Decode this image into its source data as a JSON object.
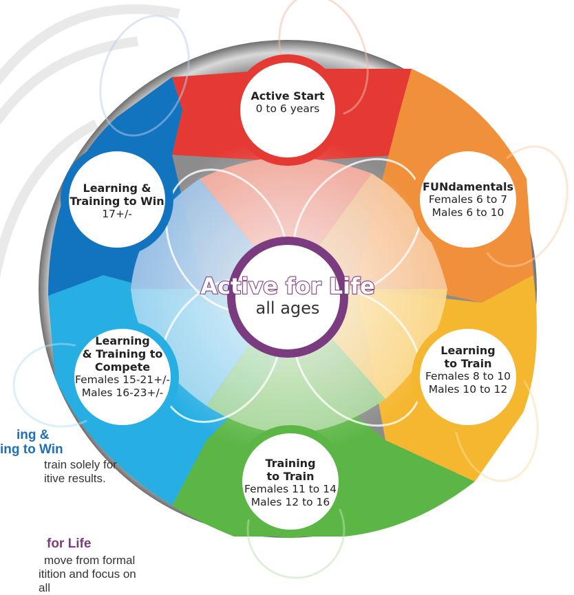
{
  "colors": {
    "red": "#e53a34",
    "orange": "#f0903a",
    "yellow": "#f6b730",
    "green": "#5cb646",
    "light_blue": "#27aee3",
    "blue": "#1273be",
    "purple": "#7b3b7f",
    "side_blue": "#1d6fb8",
    "side_purple": "#7b3b7f"
  },
  "stages": {
    "active_start": {
      "title": "Active Start",
      "sub1": "0 to 6 years"
    },
    "fundamentals": {
      "title": "FUNdamentals",
      "sub1": "Females 6 to 7",
      "sub2": "Males 6 to 10"
    },
    "learning_to_train": {
      "title1": "Learning",
      "title2": "to Train",
      "sub1": "Females 8 to 10",
      "sub2": "Males 10 to 12"
    },
    "training_to_train": {
      "title1": "Training",
      "title2": "to Train",
      "sub1": "Females 11 to 14",
      "sub2": "Males 12 to 16"
    },
    "learning_to_compete": {
      "title1": "Learning",
      "title2": "& Training to",
      "title3": "Compete",
      "sub1": "Females 15-21+/-",
      "sub2": "Males 16-23+/-"
    },
    "learning_to_win": {
      "title1": "Learning &",
      "title2": "Training to Win",
      "sub1": "17+/-"
    }
  },
  "center": {
    "title": "Active for Life",
    "sub": "all ages"
  },
  "side_notes": {
    "win_heading_1": "ing &",
    "win_heading_2": "ing to Win",
    "win_text_1": "train solely for",
    "win_text_2": "itive results.",
    "life_heading": "for Life",
    "life_text_1": "move from formal",
    "life_text_2": "itition and focus on all"
  }
}
